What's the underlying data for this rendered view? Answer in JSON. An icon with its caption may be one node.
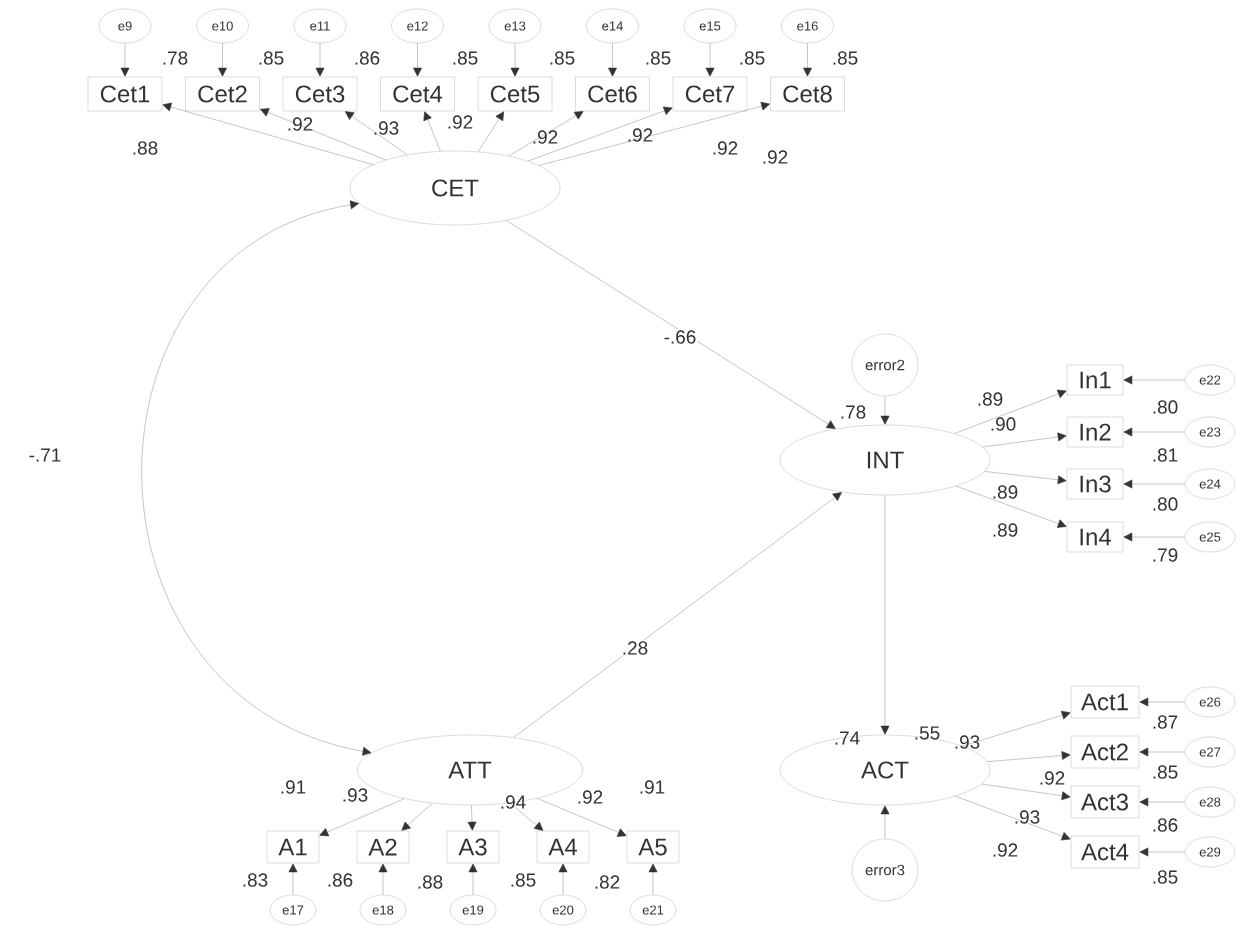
{
  "diagram": {
    "nodes": [
      {
        "text": [
          "e9"
        ]
      },
      {
        "text": [
          "e10"
        ]
      },
      {
        "text": [
          "e11"
        ]
      },
      {
        "text": [
          "e12"
        ]
      },
      {
        "text": [
          "e13"
        ]
      },
      {
        "text": [
          "e14"
        ]
      },
      {
        "text": [
          "e15"
        ]
      },
      {
        "text": [
          "e16"
        ]
      },
      {
        "text": [
          "Cet1"
        ]
      },
      {
        "text": [
          "Cet2"
        ]
      },
      {
        "text": [
          "Cet3"
        ]
      },
      {
        "text": [
          "Cet4"
        ]
      },
      {
        "text": [
          "Cet5"
        ]
      },
      {
        "text": [
          "Cet6"
        ]
      },
      {
        "text": [
          "Cet7"
        ]
      },
      {
        "text": [
          "Cet8"
        ]
      },
      {
        "text": [
          "CET"
        ]
      },
      {
        "text": [
          "error2"
        ]
      },
      {
        "text": [
          "INT"
        ]
      },
      {
        "text": [
          "In1"
        ]
      },
      {
        "text": [
          "In2"
        ]
      },
      {
        "text": [
          "In3"
        ]
      },
      {
        "text": [
          "In4"
        ]
      },
      {
        "text": [
          "e22"
        ]
      },
      {
        "text": [
          "e23"
        ]
      },
      {
        "text": [
          "e24"
        ]
      },
      {
        "text": [
          "e25"
        ]
      },
      {
        "text": [
          "ATT"
        ]
      },
      {
        "text": [
          "ACT"
        ]
      },
      {
        "text": [
          "Act1"
        ]
      },
      {
        "text": [
          "Act2"
        ]
      },
      {
        "text": [
          "Act3"
        ]
      },
      {
        "text": [
          "Act4"
        ]
      },
      {
        "text": [
          "e26"
        ]
      },
      {
        "text": [
          "e27"
        ]
      },
      {
        "text": [
          "e28"
        ]
      },
      {
        "text": [
          "e29"
        ]
      },
      {
        "text": [
          "A1"
        ]
      },
      {
        "text": [
          "A2"
        ]
      },
      {
        "text": [
          "A3"
        ]
      },
      {
        "text": [
          "A4"
        ]
      },
      {
        "text": [
          "A5"
        ]
      },
      {
        "text": [
          "error3"
        ]
      },
      {
        "text": [
          "e17"
        ]
      },
      {
        "text": [
          "e18"
        ]
      },
      {
        "text": [
          "e19"
        ]
      },
      {
        "text": [
          "e20"
        ]
      },
      {
        "text": [
          "e21"
        ]
      }
    ],
    "edges": [
      {
        "from": 0,
        "to": 8,
        "arrow": "to"
      },
      {
        "from": 1,
        "to": 9,
        "arrow": "to"
      },
      {
        "from": 2,
        "to": 10,
        "arrow": "to"
      },
      {
        "from": 3,
        "to": 11,
        "arrow": "to"
      },
      {
        "from": 4,
        "to": 12,
        "arrow": "to"
      },
      {
        "from": 5,
        "to": 13,
        "arrow": "to"
      },
      {
        "from": 6,
        "to": 14,
        "arrow": "to"
      },
      {
        "from": 7,
        "to": 15,
        "arrow": "to"
      },
      {
        "from": 16,
        "to": 8,
        "arrow": "to"
      },
      {
        "from": 16,
        "to": 9,
        "arrow": "to"
      },
      {
        "from": 16,
        "to": 10,
        "arrow": "to"
      },
      {
        "from": 16,
        "to": 11,
        "arrow": "to"
      },
      {
        "from": 16,
        "to": 12,
        "arrow": "to"
      },
      {
        "from": 16,
        "to": 13,
        "arrow": "to"
      },
      {
        "from": 16,
        "to": 14,
        "arrow": "to"
      },
      {
        "from": 16,
        "to": 15,
        "arrow": "to"
      },
      {
        "from": 16,
        "to": 27,
        "arrow": "both",
        "label": "-.71"
      },
      {
        "from": 16,
        "to": 18,
        "arrow": "to",
        "label": "-.66"
      },
      {
        "from": 27,
        "to": 18,
        "arrow": "to",
        "label": ".28"
      },
      {
        "from": 17,
        "to": 18,
        "arrow": "to"
      },
      {
        "from": 18,
        "to": 19,
        "arrow": "to"
      },
      {
        "from": 18,
        "to": 20,
        "arrow": "to"
      },
      {
        "from": 18,
        "to": 21,
        "arrow": "to"
      },
      {
        "from": 18,
        "to": 22,
        "arrow": "to"
      },
      {
        "from": 23,
        "to": 19,
        "arrow": "to"
      },
      {
        "from": 24,
        "to": 20,
        "arrow": "to"
      },
      {
        "from": 25,
        "to": 21,
        "arrow": "to"
      },
      {
        "from": 26,
        "to": 22,
        "arrow": "to"
      },
      {
        "from": 18,
        "to": 28,
        "arrow": "to"
      },
      {
        "from": 42,
        "to": 28,
        "arrow": "to"
      },
      {
        "from": 28,
        "to": 29,
        "arrow": "to"
      },
      {
        "from": 28,
        "to": 30,
        "arrow": "to"
      },
      {
        "from": 28,
        "to": 31,
        "arrow": "to"
      },
      {
        "from": 28,
        "to": 32,
        "arrow": "to"
      },
      {
        "from": 33,
        "to": 29,
        "arrow": "to"
      },
      {
        "from": 34,
        "to": 30,
        "arrow": "to"
      },
      {
        "from": 35,
        "to": 31,
        "arrow": "to"
      },
      {
        "from": 36,
        "to": 32,
        "arrow": "to"
      },
      {
        "from": 27,
        "to": 37,
        "arrow": "to"
      },
      {
        "from": 27,
        "to": 38,
        "arrow": "to"
      },
      {
        "from": 27,
        "to": 39,
        "arrow": "to"
      },
      {
        "from": 27,
        "to": 40,
        "arrow": "to"
      },
      {
        "from": 27,
        "to": 41,
        "arrow": "to"
      },
      {
        "from": 43,
        "to": 37,
        "arrow": "to"
      },
      {
        "from": 44,
        "to": 38,
        "arrow": "to"
      },
      {
        "from": 45,
        "to": 39,
        "arrow": "to"
      },
      {
        "from": 46,
        "to": 40,
        "arrow": "to"
      },
      {
        "from": 47,
        "to": 41,
        "arrow": "to"
      }
    ],
    "labels": [
      ".78",
      ".85",
      ".86",
      ".85",
      ".85",
      ".85",
      ".85",
      ".85",
      ".92",
      ".88",
      ".93",
      ".92",
      ".92",
      ".92",
      ".92",
      ".92",
      ".78",
      ".89",
      ".80",
      ".90",
      ".81",
      ".80",
      ".89",
      ".89",
      ".79",
      ".87",
      ".74",
      ".55",
      ".93",
      ".85",
      ".92",
      ".86",
      ".93",
      ".92",
      ".85",
      ".91",
      ".93",
      ".94",
      ".92",
      ".91",
      ".83",
      ".86",
      ".88",
      ".85",
      ".82"
    ]
  }
}
